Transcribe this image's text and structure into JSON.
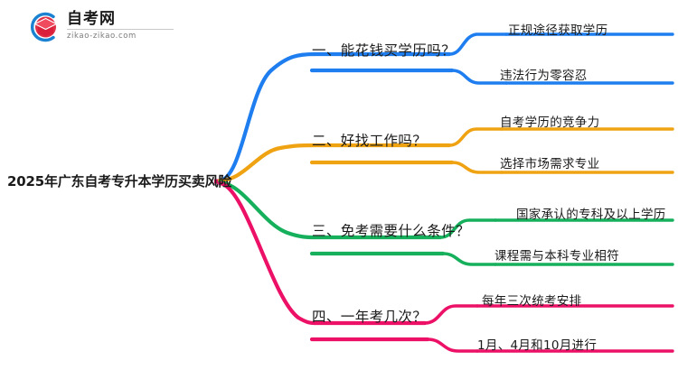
{
  "logo": {
    "name": "zikao-logo",
    "title": "自考网",
    "domain": "zikao-zikao.com",
    "mark_arc_color": "#1b82d2",
    "mark_cap_color": "#e03048"
  },
  "mindmap": {
    "root": {
      "label": "2025年广东自考专升本学历买卖风险"
    },
    "branches": [
      {
        "index": 1,
        "label": "一、能花钱买学历吗？",
        "color": "#1e7ef0",
        "children": [
          {
            "label": "正规途径获取学历"
          },
          {
            "label": "违法行为零容忍"
          }
        ]
      },
      {
        "index": 2,
        "label": "二、好找工作吗？",
        "color": "#efa312",
        "children": [
          {
            "label": "自考学历的竞争力"
          },
          {
            "label": "选择市场需求专业"
          }
        ]
      },
      {
        "index": 3,
        "label": "三、免考需要什么条件？",
        "color": "#16b05c",
        "children": [
          {
            "label": "国家承认的专科及以上学历"
          },
          {
            "label": "课程需与本科专业相符"
          }
        ]
      },
      {
        "index": 4,
        "label": "四、一年考几次？",
        "color": "#ec1066",
        "children": [
          {
            "label": "每年三次统考安排"
          },
          {
            "label": "1月、4月和10月进行"
          }
        ]
      }
    ]
  },
  "canvas": {
    "background": "#ffffff",
    "text_color": "#1b1b1b"
  }
}
